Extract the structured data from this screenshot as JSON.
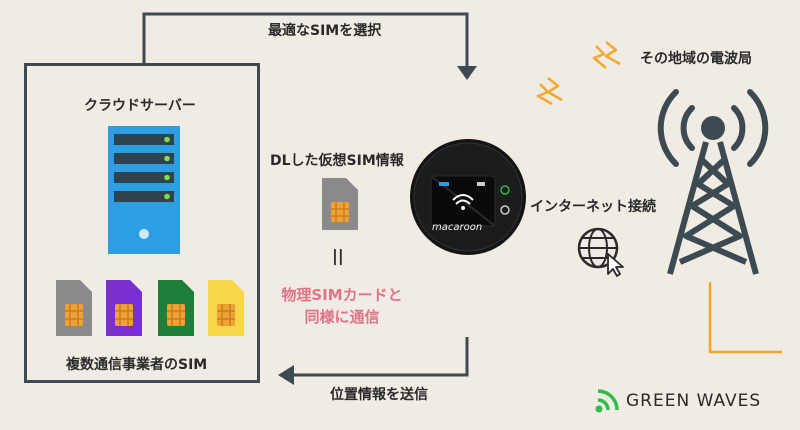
{
  "labels": {
    "select_sim": "最適なSIMを選択",
    "send_location": "位置情報を送信",
    "cloud_server": "クラウドサーバー",
    "carrier_sims": "複数通信事業者のSIM",
    "dl_sim_info": "DLした仮想SIM情報",
    "equals": "||",
    "physical_line1": "物理SIMカードと",
    "physical_line2": "同様に通信",
    "internet": "インターネット接続",
    "base_station": "その地域の電波局",
    "device_brand": "macaroon",
    "company": "GREEN WAVES"
  },
  "colors": {
    "dark": "#3d4a52",
    "server_blue": "#2e9ee2",
    "server_slot": "#2e4350",
    "led_green": "#7fdc4c",
    "sim_gray": "#8a8a8a",
    "sim_purple": "#7a2fd0",
    "sim_green": "#1f7f3a",
    "sim_yellow": "#f7d64a",
    "chip_orange": "#f0a134",
    "accent_pink": "#e07389",
    "tower_orange": "#f2a52d",
    "lightning_orange": "#f2a92f",
    "brand_green": "#2dbb4c"
  },
  "icons": {
    "server": "server-icon",
    "sim": "sim-card-icon",
    "router": "mobile-router-icon",
    "globe": "globe-cursor-icon",
    "tower": "radio-tower-icon",
    "lightning": "lightning-icon",
    "logo": "wifi-logo-icon"
  }
}
